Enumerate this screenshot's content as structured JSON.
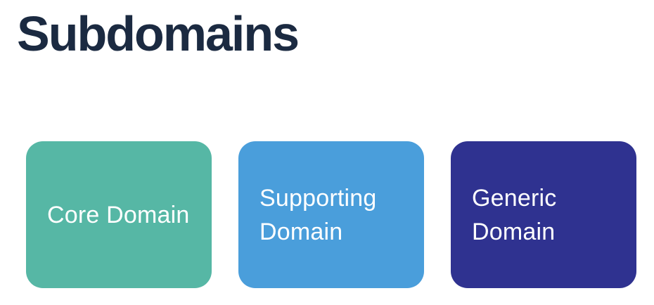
{
  "page": {
    "title": "Subdomains",
    "title_color": "#1b2a41",
    "background_color": "#ffffff"
  },
  "cards": [
    {
      "label": "Core Domain",
      "color": "#56b7a5",
      "text_color": "#ffffff"
    },
    {
      "label": "Supporting Domain",
      "color": "#4a9edb",
      "text_color": "#ffffff"
    },
    {
      "label": "Generic Domain",
      "color": "#2f3290",
      "text_color": "#ffffff"
    }
  ]
}
